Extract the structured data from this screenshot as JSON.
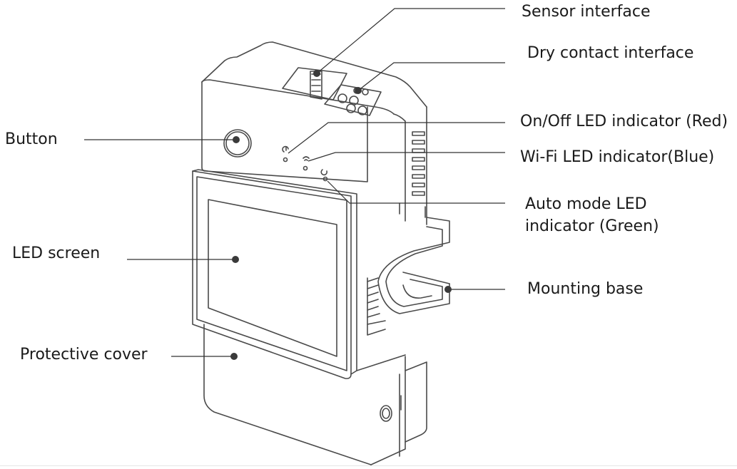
{
  "diagram": {
    "labels": {
      "sensor_interface": "Sensor interface",
      "dry_contact_interface": "Dry contact interface",
      "onoff_led": "On/Off LED indicator (Red)",
      "wifi_led": "Wi-Fi LED indicator(Blue)",
      "auto_mode_led_line1": "Auto mode LED",
      "auto_mode_led_line2": "indicator (Green)",
      "mounting_base": "Mounting base",
      "button": "Button",
      "led_screen": "LED screen",
      "protective_cover": "Protective cover"
    },
    "colors": {
      "stroke": "#4a4a4a",
      "leader": "#333333",
      "dot": "#3a3a3a",
      "text": "#1a1a1a"
    }
  }
}
